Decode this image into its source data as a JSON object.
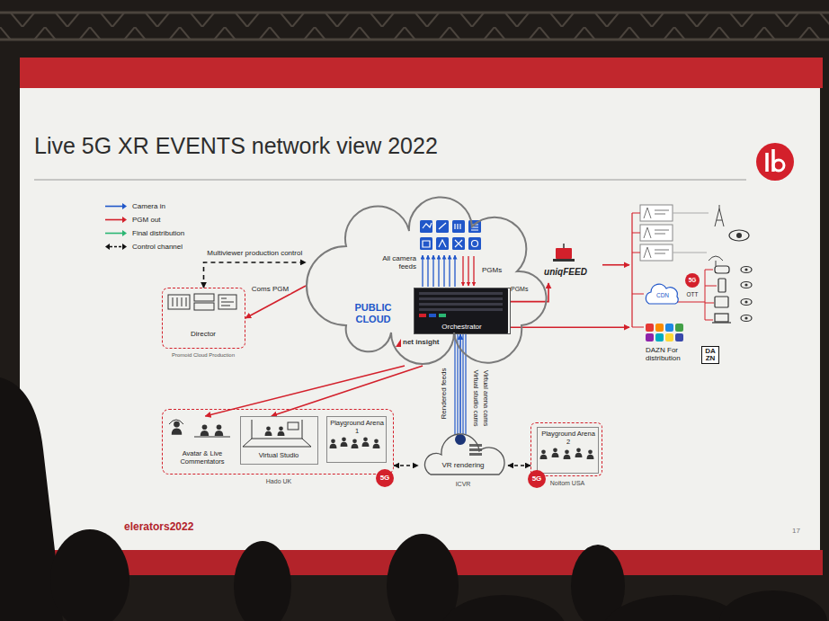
{
  "diagram": {
    "title": "Live 5G XR EVENTS network view 2022",
    "nodes": [
      {
        "text": [
          "Director",
          "Promoid Cloud Production"
        ]
      },
      {
        "text": [
          "PUBLIC CLOUD"
        ]
      },
      {
        "text": [
          "Orchestrator"
        ],
        "in": 1
      },
      {
        "text": [
          "uniqFEED"
        ]
      },
      {
        "text": [
          "DAZN For distribution"
        ]
      },
      {
        "text": [
          "Hado UK"
        ]
      },
      {
        "text": [
          "Avatar & Live Commentators"
        ],
        "in": 5
      },
      {
        "text": [
          "Virtual Studio"
        ],
        "in": 5
      },
      {
        "text": [
          "Playground Arena 1"
        ],
        "in": 5
      },
      {
        "text": [
          "VR rendering",
          "ICVR"
        ]
      },
      {
        "text": [
          "Noitom USA"
        ]
      },
      {
        "text": [
          "Playground Arena 2"
        ],
        "in": 10
      }
    ],
    "edges": [
      {
        "from": 0,
        "to": 1,
        "arrow": "both",
        "label": "Multiviewer production control"
      },
      {
        "from": 1,
        "to": 0,
        "arrow": "to",
        "label": "Coms PGM"
      },
      {
        "from": 1,
        "to": 6,
        "arrow": "to"
      },
      {
        "from": 1,
        "to": 7,
        "arrow": "to"
      },
      {
        "from": 2,
        "to": 3,
        "arrow": "to"
      },
      {
        "from": 2,
        "to": 4,
        "arrow": "to"
      },
      {
        "from": 3,
        "to": 4,
        "arrow": "to"
      },
      {
        "from": 9,
        "to": 2,
        "arrow": "to"
      },
      {
        "from": 5,
        "to": 9,
        "arrow": "both"
      },
      {
        "from": 9,
        "to": 10,
        "arrow": "both"
      }
    ],
    "labels": [
      "All camera feeds",
      "PGMs",
      "PGMs",
      "net insight",
      "Rendered feeds",
      "Virtual studio cams",
      "Virtual arena cams",
      "5G",
      "5G",
      "5G",
      "OTT",
      "CDN",
      "DAZN",
      "elerators2022",
      "17"
    ],
    "legend": [
      {
        "text": "Camera in",
        "color": "#2157c9"
      },
      {
        "text": "PGM out",
        "color": "#d3202b"
      },
      {
        "text": "Final distribution",
        "color": "#2bb673"
      },
      {
        "text": "Control channel",
        "color": "#111111"
      }
    ]
  }
}
